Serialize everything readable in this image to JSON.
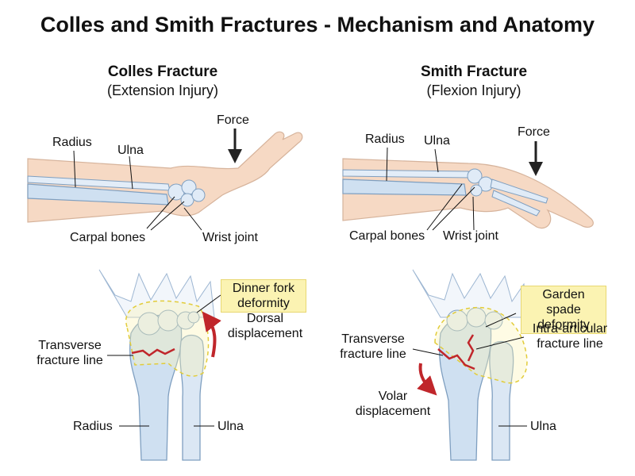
{
  "title": "Colles and Smith Fractures - Mechanism and Anatomy",
  "colles": {
    "heading": "Colles Fracture",
    "subheading": "(Extension Injury)",
    "arm_labels": {
      "force": "Force",
      "radius": "Radius",
      "ulna": "Ulna",
      "carpal_bones": "Carpal bones",
      "wrist_joint": "Wrist joint"
    },
    "bone_labels": {
      "deformity": "Dinner fork deformity",
      "displacement": "Dorsal displacement",
      "fracture_line": "Transverse fracture line",
      "radius": "Radius",
      "ulna": "Ulna"
    }
  },
  "smith": {
    "heading": "Smith Fracture",
    "subheading": "(Flexion Injury)",
    "arm_labels": {
      "force": "Force",
      "radius": "Radius",
      "ulna": "Ulna",
      "carpal_bones": "Carpal bones",
      "wrist_joint": "Wrist joint"
    },
    "bone_labels": {
      "deformity": "Garden spade deformity",
      "intra_articular": "Intra-articular fracture line",
      "fracture_line": "Transverse fracture line",
      "displacement": "Volar displacement",
      "ulna": "Ulna"
    }
  },
  "colors": {
    "skin": "#f6d9c4",
    "bone": "#cfe0f1",
    "bone_outline": "#7f9fc0",
    "fracture": "#c0262b",
    "arrow": "#222222",
    "callout": "#fbf3b2",
    "dashed_region": "#e2cc3a"
  }
}
